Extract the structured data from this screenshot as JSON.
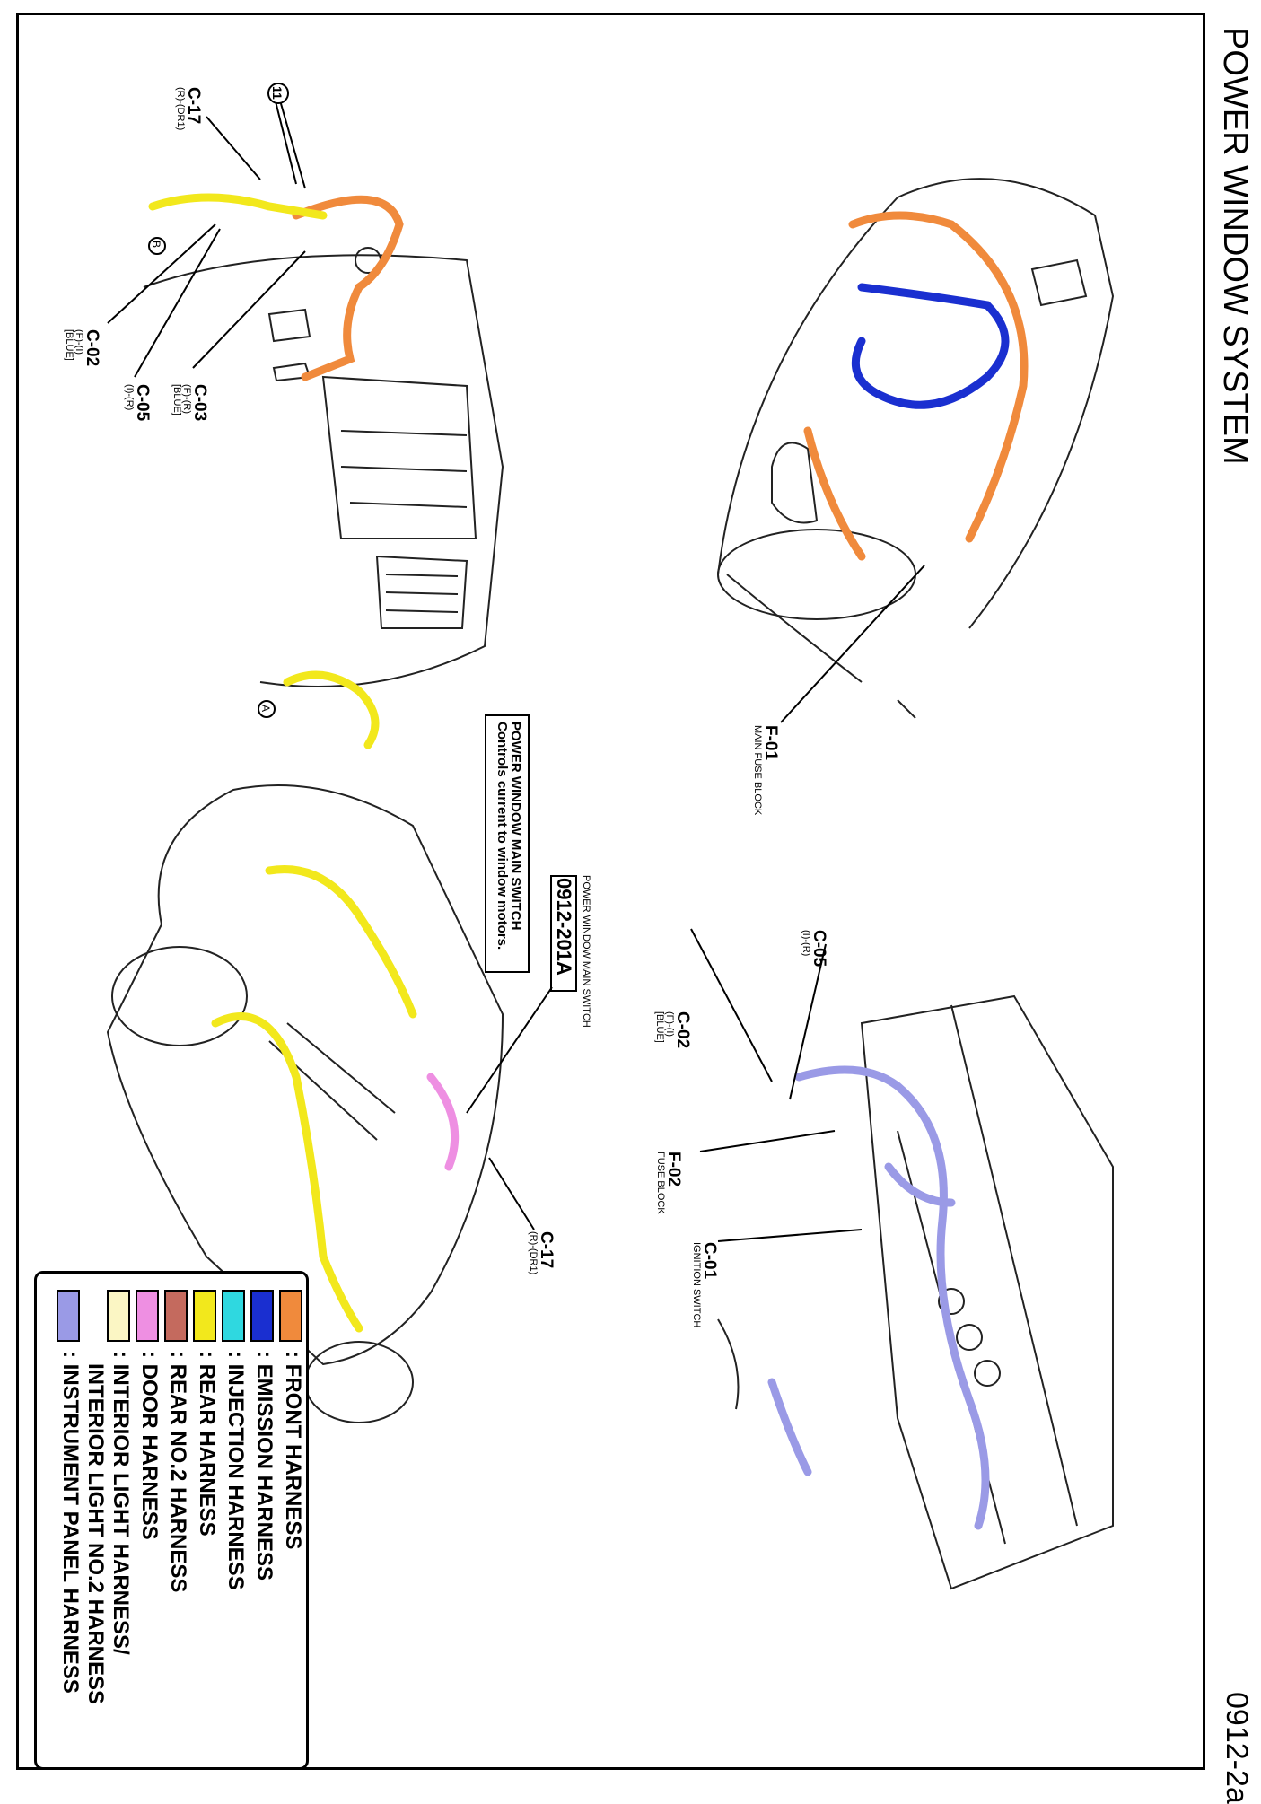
{
  "page": {
    "title": "POWER WINDOW SYSTEM",
    "page_number": "0912-2a"
  },
  "callouts": {
    "c17_top": {
      "code": "C-17",
      "sub": "(R)-(DR1)"
    },
    "item11": "11",
    "c02_top": {
      "code": "C-02",
      "sub1": "(F)-(I)",
      "sub2": "[BLUE]"
    },
    "c05_top": {
      "code": "C-05",
      "sub": "(I)-(R)"
    },
    "c03_top": {
      "code": "C-03",
      "sub1": "(F)-(R)",
      "sub2": "[BLUE]"
    },
    "f01": {
      "code": "F-01",
      "sub": "MAIN FUSE BLOCK"
    },
    "c05_bottom": {
      "code": "C-05",
      "sub": "(I)-(R)"
    },
    "c02_bottom": {
      "code": "C-02",
      "sub1": "(F)-(I)",
      "sub2": "[BLUE]"
    },
    "f02": {
      "code": "F-02",
      "sub": "FUSE BLOCK"
    },
    "c01": {
      "code": "C-01",
      "sub": "IGNITION SWITCH"
    },
    "c17_bottom": {
      "code": "C-17",
      "sub": "(R)-(DR1)"
    },
    "marker_a": "A",
    "marker_b": "B"
  },
  "component_box": {
    "title": "POWER WINDOW MAIN SWITCH",
    "description": "Controls current to window motors."
  },
  "component_ref": {
    "label": "POWER WINDOW MAIN SWITCH",
    "code": "0912-201A"
  },
  "legend": {
    "items": [
      {
        "color": "#f08a3c",
        "label": ": FRONT HARNESS"
      },
      {
        "color": "#1a2fd0",
        "label": ": EMISSION HARNESS"
      },
      {
        "color": "#2fd8e0",
        "label": ": INJECTION HARNESS"
      },
      {
        "color": "#f2e81c",
        "label": ": REAR HARNESS"
      },
      {
        "color": "#c46a5e",
        "label": ": REAR NO.2 HARNESS"
      },
      {
        "color": "#ee8fe2",
        "label": ": DOOR HARNESS"
      },
      {
        "color": "#fbf6c4",
        "label": ": INTERIOR LIGHT HARNESS/",
        "label2": "INTERIOR LIGHT NO.2 HARNESS"
      },
      {
        "color": "#9a9ae6",
        "label": ": INSTRUMENT PANEL HARNESS"
      }
    ]
  }
}
